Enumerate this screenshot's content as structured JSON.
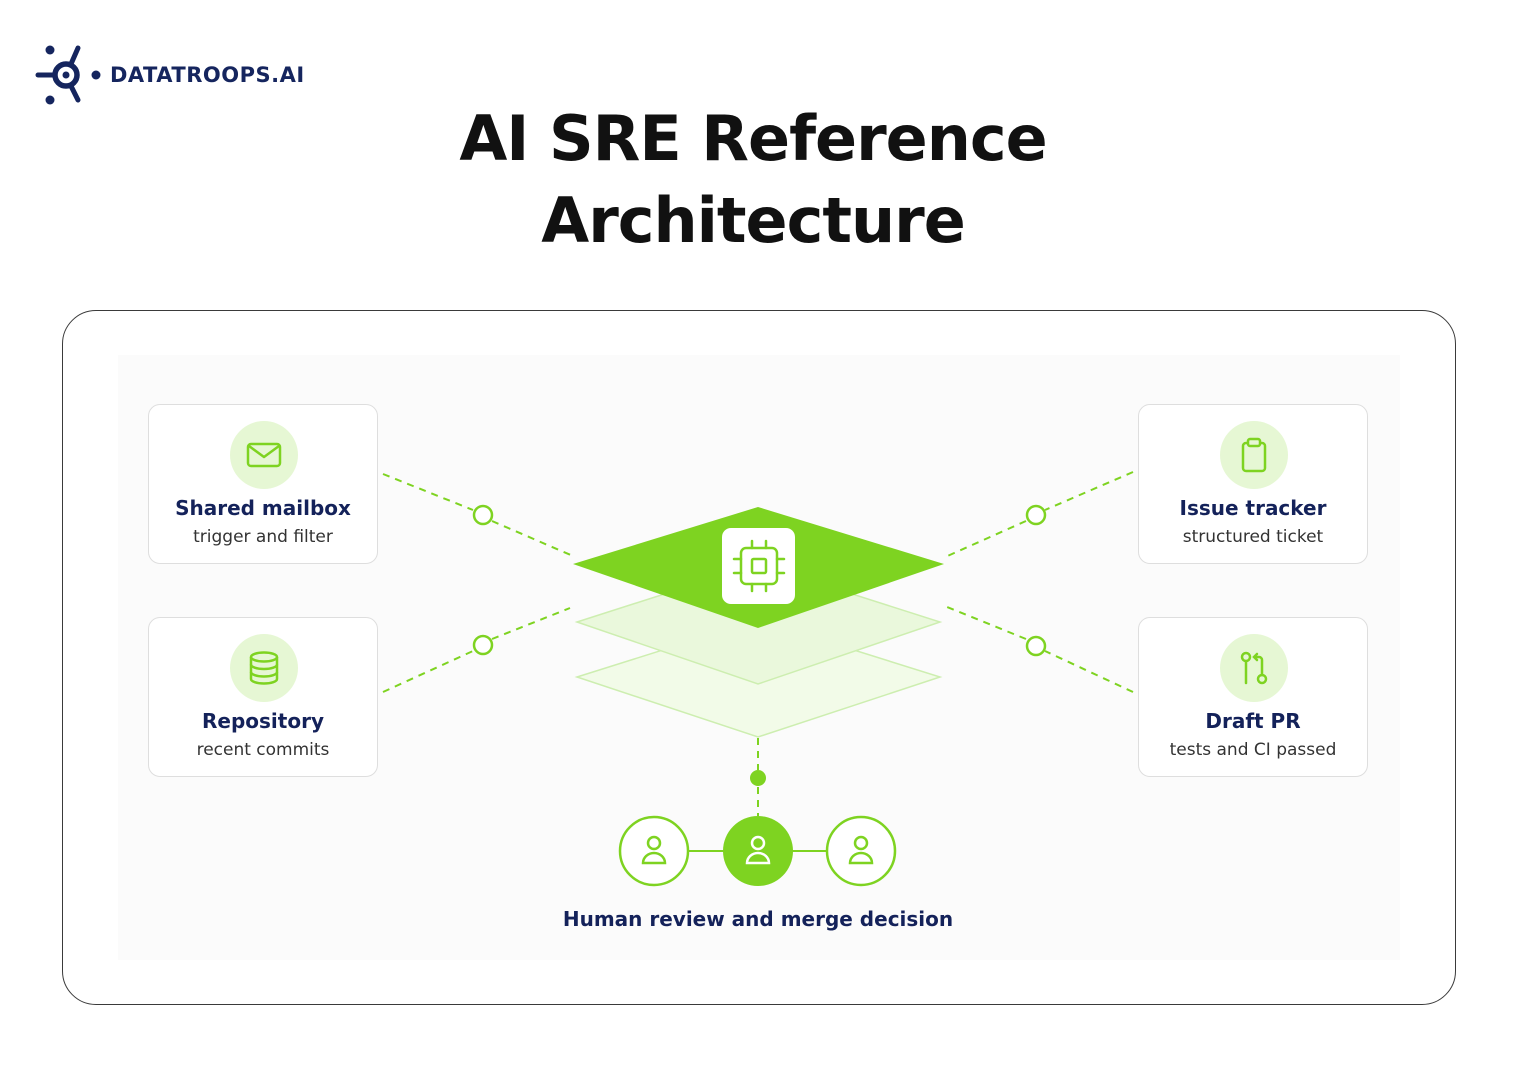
{
  "brand": {
    "name": "DATATROOPS.AI",
    "icon": "datatroops-logo-icon",
    "color": "#15255e"
  },
  "title": {
    "line1": "AI SRE Reference",
    "line2": "Architecture"
  },
  "colors": {
    "accent": "#7ed321",
    "accent_light": "#e6f7d4",
    "text_dark": "#14225a"
  },
  "center": {
    "icon": "cpu-chip-icon"
  },
  "sources": [
    {
      "title": "Shared mailbox",
      "subtitle": "trigger and filter",
      "icon": "mail-icon"
    },
    {
      "title": "Repository",
      "subtitle": "recent commits",
      "icon": "database-icon"
    }
  ],
  "outputs": [
    {
      "title": "Issue tracker",
      "subtitle": "structured ticket",
      "icon": "clipboard-icon"
    },
    {
      "title": "Draft PR",
      "subtitle": "tests and CI passed",
      "icon": "git-pull-request-icon"
    }
  ],
  "review": {
    "caption": "Human review and merge decision",
    "reviewers": [
      "user-icon",
      "user-icon",
      "user-icon"
    ]
  }
}
